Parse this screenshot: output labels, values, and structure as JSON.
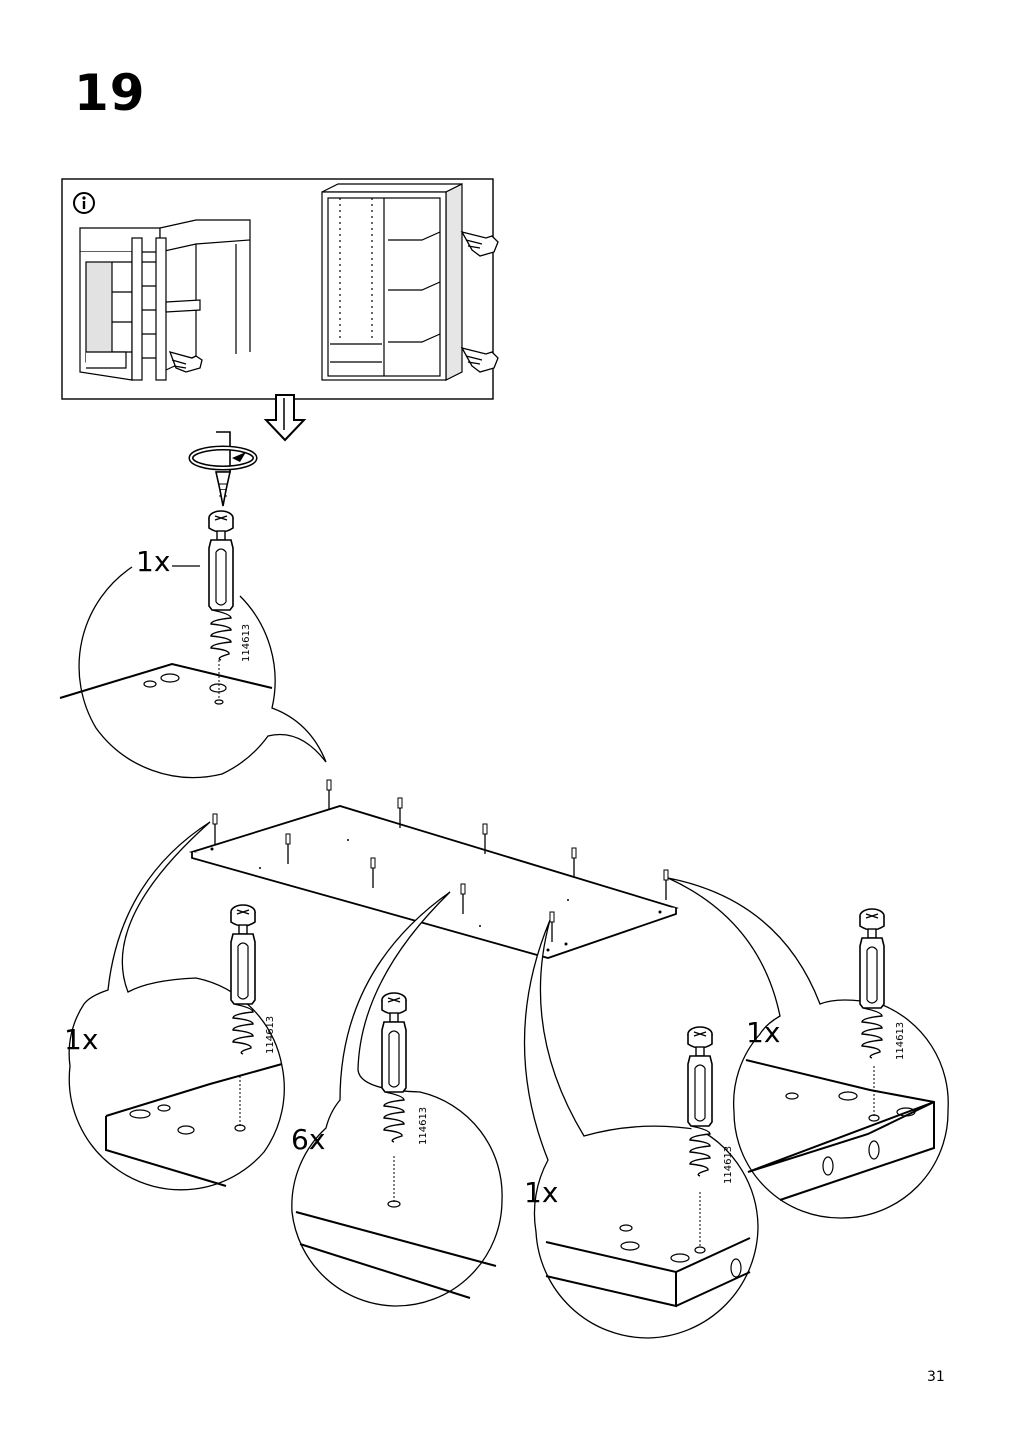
{
  "step": {
    "number": "19"
  },
  "page": {
    "number": "31"
  },
  "info_panel": {
    "icon": "info-icon"
  },
  "callouts": [
    {
      "id": "top",
      "quantity": "1x",
      "part_number": "114613"
    },
    {
      "id": "left",
      "quantity": "1x",
      "part_number": "114613"
    },
    {
      "id": "middle",
      "quantity": "6x",
      "part_number": "114613"
    },
    {
      "id": "bottom-right",
      "quantity": "1x",
      "part_number": "114613"
    },
    {
      "id": "right",
      "quantity": "1x",
      "part_number": "114613"
    }
  ]
}
